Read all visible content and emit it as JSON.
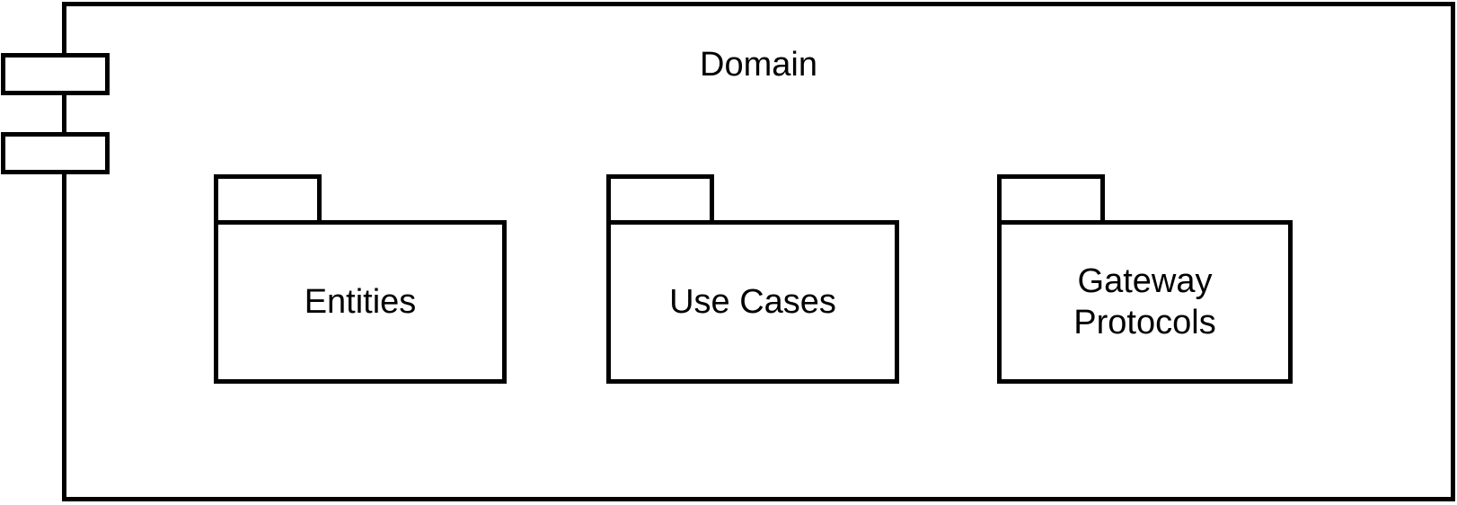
{
  "diagram": {
    "type": "uml-component-package-diagram",
    "colors": {
      "stroke": "#000000",
      "fill": "#ffffff",
      "background": "#ffffff"
    }
  },
  "component": {
    "title": "Domain",
    "icon": "uml-component-icon"
  },
  "packages": [
    {
      "label": "Entities"
    },
    {
      "label": "Use Cases"
    },
    {
      "label": "Gateway Protocols"
    }
  ]
}
